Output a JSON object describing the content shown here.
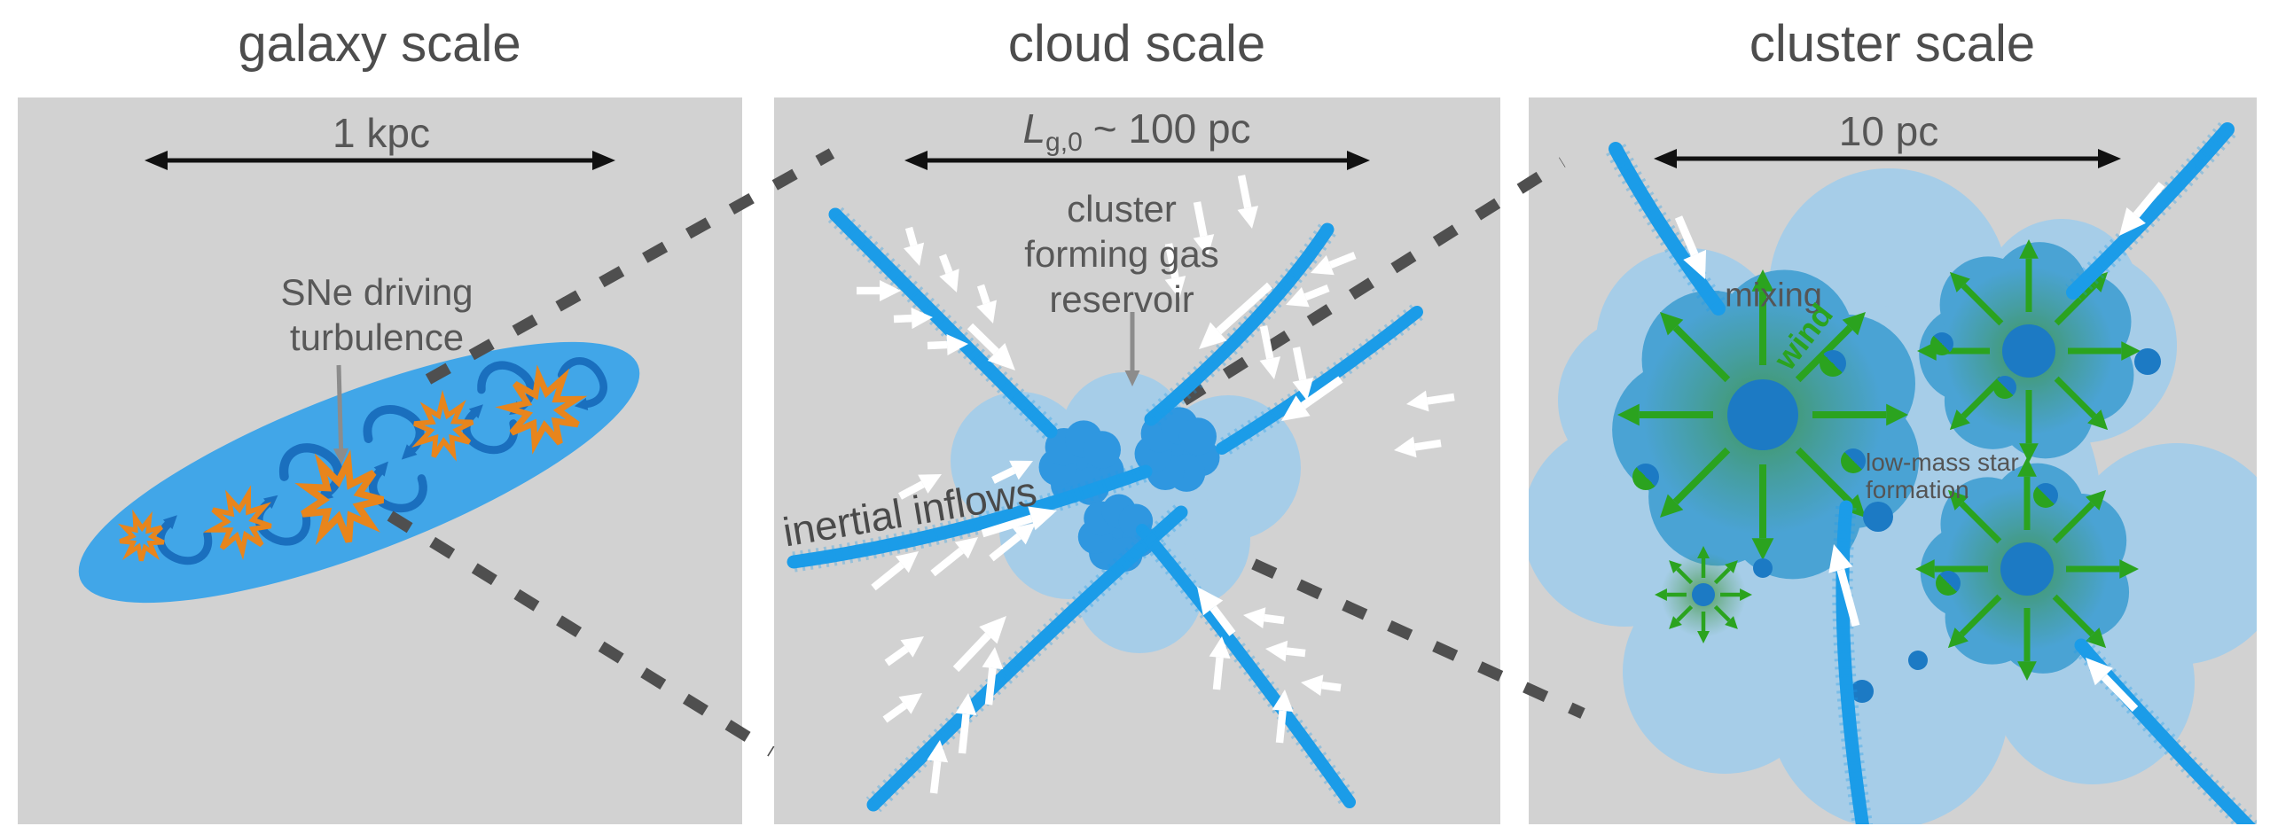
{
  "figure": {
    "panel_galaxy": {
      "title": "galaxy scale",
      "scale_label": "1 kpc",
      "label_sne_line1": "SNe driving",
      "label_sne_line2": "turbulence"
    },
    "panel_cloud": {
      "title": "cloud scale",
      "scale_L": "L",
      "scale_sub": "g,0",
      "scale_rest": "~ 100 pc",
      "label_reservoir_line1": "cluster",
      "label_reservoir_line2": "forming gas",
      "label_reservoir_line3": "reservoir",
      "label_inflows": "inertial inflows"
    },
    "panel_cluster": {
      "title": "cluster scale",
      "scale_label": "10 pc",
      "label_mixing": "mixing",
      "label_wind": "wind",
      "label_lowmass_line1": "low-mass star",
      "label_lowmass_line2": "formation"
    },
    "colors": {
      "panel_bg": "#d2d2d2",
      "galaxy_blue": "#41a6e8",
      "filament_blue": "#1b9ce8",
      "pale_cloud_blue": "#a6cde8",
      "inner_cloud_blue": "#4aa3d4",
      "core_blue": "#1c7ac4",
      "wind_green": "#2ba31f",
      "supernova_orange": "#e8851c",
      "eddy_blue": "#1a6fbe",
      "title_gray": "#4d4d4d",
      "dashed_gray": "#4f4f4f"
    }
  }
}
